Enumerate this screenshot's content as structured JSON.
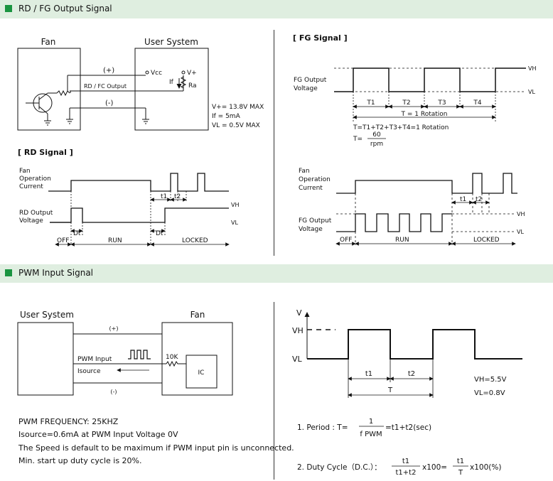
{
  "sections": {
    "rd_fg": {
      "title": "RD / FG Output Signal"
    },
    "pwm": {
      "title": "PWM Input Signal"
    }
  },
  "rd_circuit": {
    "fan_label": "Fan",
    "user_label": "User System",
    "plus": "(+)",
    "minus": "(-)",
    "signal_label": "RD / FC Output",
    "vcc": "Vcc",
    "vplus": "V+",
    "if_label": "If",
    "ra": "Ra",
    "specs": [
      "V+= 13.8V MAX",
      "If   = 5mA",
      "VL = 0.5V MAX"
    ]
  },
  "rd_signal": {
    "heading": "[ RD Signal ]",
    "current_label": [
      "Fan",
      "Operation",
      "Current"
    ],
    "output_label": [
      "RD Output",
      "Voltage"
    ],
    "vh": "VH",
    "vl": "VL",
    "t1": "t1",
    "t2": "t2",
    "dt": "Dt",
    "off": "OFF",
    "run": "RUN",
    "locked": "LOCKED"
  },
  "fg_signal": {
    "heading": "[ FG Signal ]",
    "output_label": [
      "FG Output",
      "Voltage"
    ],
    "vh": "VH",
    "vl": "VL",
    "periods": [
      "T1",
      "T2",
      "T3",
      "T4"
    ],
    "rotation": "T = 1 Rotation",
    "formula1": "T=T1+T2+T3+T4=1 Rotation",
    "formula2_prefix": "T=",
    "formula2_num": "60",
    "formula2_den": "rpm"
  },
  "fg_run": {
    "current_label": [
      "Fan",
      "Operation",
      "Current"
    ],
    "output_label": [
      "FG Output",
      "Voltage"
    ],
    "vh": "VH",
    "vl": "VL",
    "t1": "t1",
    "t2": "t2",
    "off": "OFF",
    "run": "RUN",
    "locked": "LOCKED"
  },
  "pwm_circuit": {
    "user_label": "User System",
    "fan_label": "Fan",
    "plus": "(+)",
    "minus": "(-)",
    "pwm_input": "PWM Input",
    "isource": "Isource",
    "resistor": "10K",
    "ic": "IC"
  },
  "pwm_notes": [
    "PWM FREQUENCY: 25KHZ",
    "Isource=0.6mA at PWM Input Voltage 0V",
    "The Speed is default to be maximum if PWM input pin is unconnected.",
    "Min. start up duty cycle is 20%."
  ],
  "pwm_wave": {
    "v": "V",
    "vh": "VH",
    "vl": "VL",
    "t1": "t1",
    "t2": "t2",
    "T": "T",
    "vh_value": "VH=5.5V",
    "vl_value": "VL=0.8V"
  },
  "pwm_formulas": {
    "period_prefix": "1. Period : T=",
    "period_num": "1",
    "period_den": "f PWM",
    "period_suffix": "=t1+t2(sec)",
    "duty_prefix": "2. Duty Cycle（D.C.）：",
    "duty_num1": "t1",
    "duty_den1": "t1+t2",
    "duty_mid": "x100=",
    "duty_num2": "t1",
    "duty_den2": "T",
    "duty_suffix": "x100(%)"
  }
}
